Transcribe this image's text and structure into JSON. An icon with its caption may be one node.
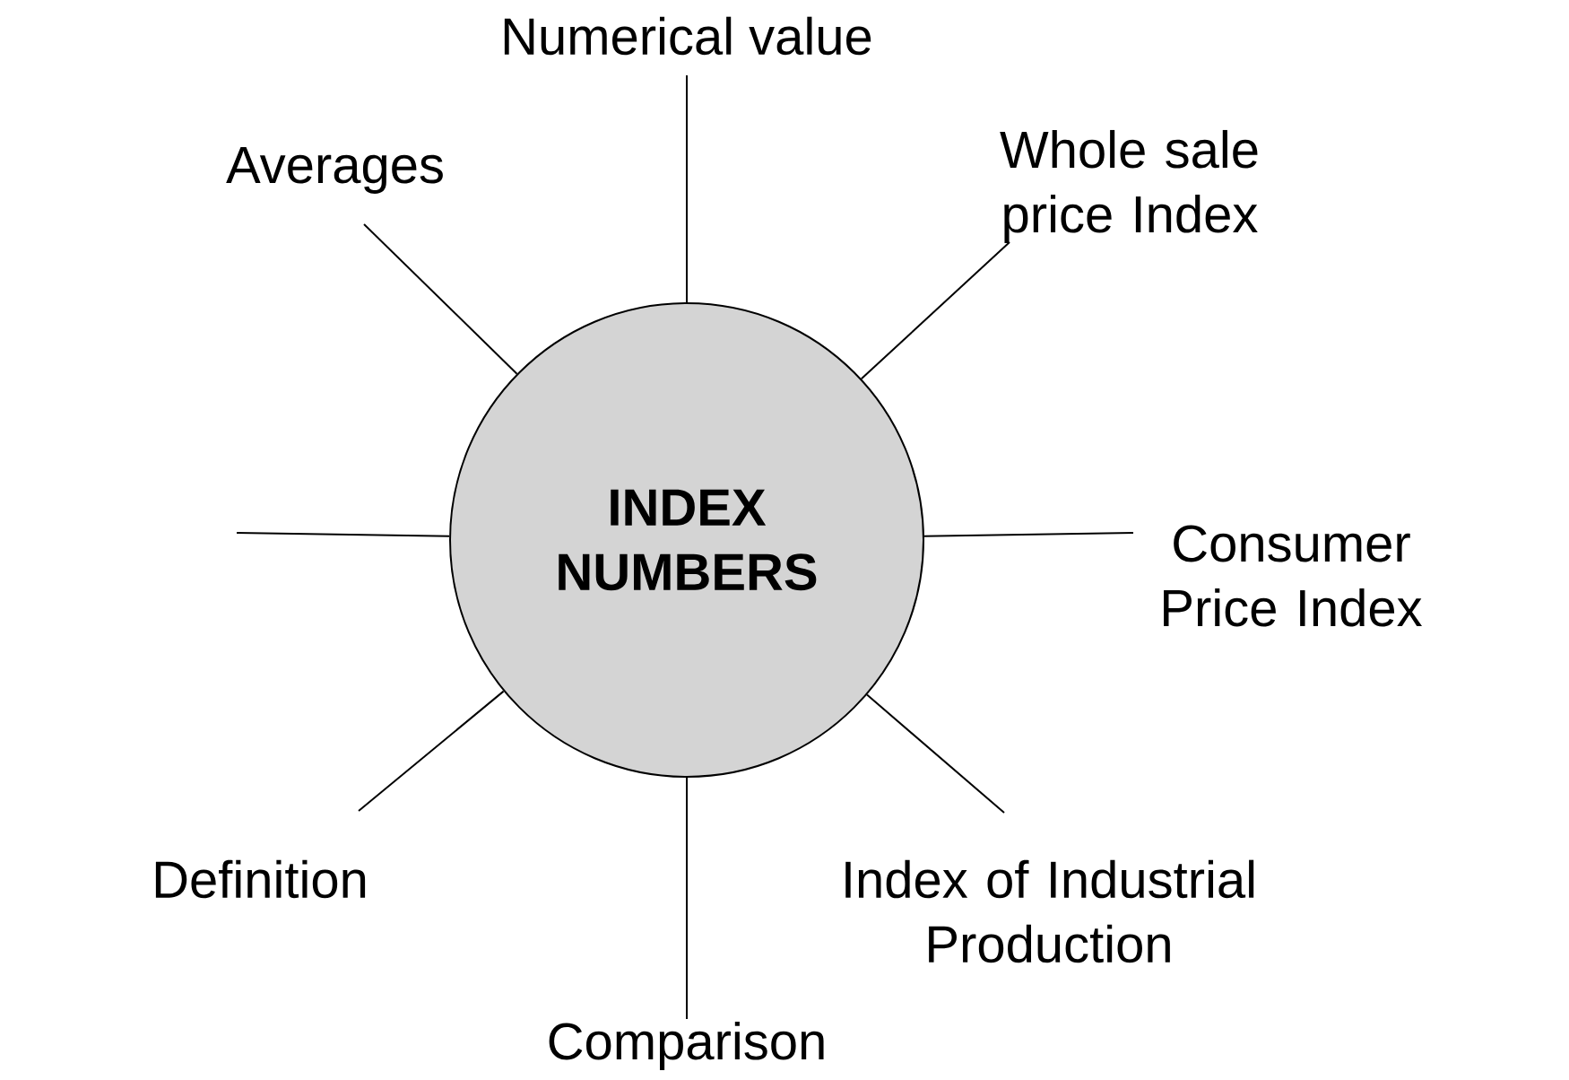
{
  "diagram": {
    "nodes": [
      {
        "text": [
          "INDEX NUMBERS"
        ]
      },
      {
        "text": [
          "Numerical value"
        ]
      },
      {
        "text": [
          "Averages"
        ]
      },
      {
        "text": [
          "Whole sale price Index"
        ]
      },
      {
        "text": [
          "Consumer Price Index"
        ]
      },
      {
        "text": [
          "Definition"
        ]
      },
      {
        "text": [
          "Index of Industrial Production"
        ]
      },
      {
        "text": [
          "Comparison"
        ]
      }
    ],
    "edges": [
      {
        "from": 0,
        "to": 1,
        "arrow": "none"
      },
      {
        "from": 0,
        "to": 2,
        "arrow": "none"
      },
      {
        "from": 0,
        "to": 3,
        "arrow": "none"
      },
      {
        "from": 0,
        "to": null,
        "arrow": "none"
      },
      {
        "from": 0,
        "to": 4,
        "arrow": "none"
      },
      {
        "from": 0,
        "to": 5,
        "arrow": "none"
      },
      {
        "from": 0,
        "to": 6,
        "arrow": "none"
      },
      {
        "from": 0,
        "to": 7,
        "arrow": "none"
      }
    ]
  }
}
